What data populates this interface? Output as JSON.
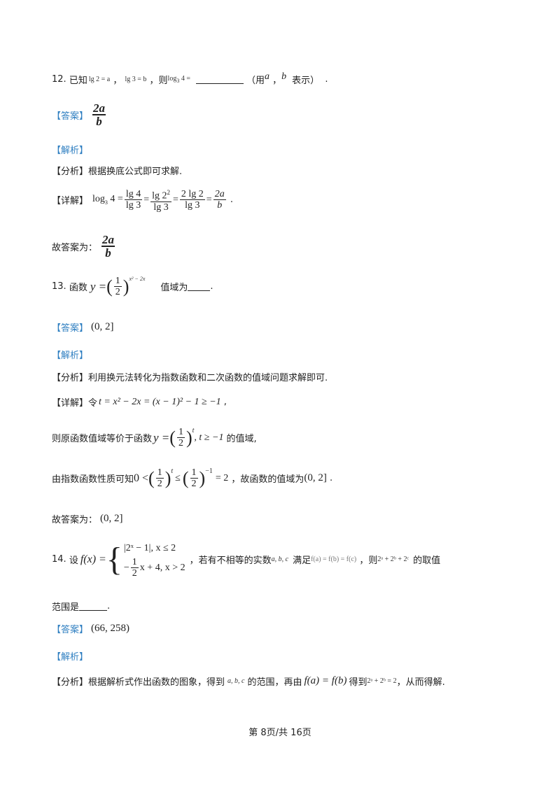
{
  "q12": {
    "number": "12.",
    "text1": "已知",
    "lg2": "lg 2 = a",
    "lg3": "lg 3 = b",
    "text2": "则",
    "log34": "log",
    "log_base": "3",
    "log_arg": "4 =",
    "hint": "（用",
    "var_a": "a",
    "var_b": "b",
    "hint_end": "表示）",
    "answer_tag": "【答案】",
    "answer_num": "2a",
    "answer_den": "b",
    "jiexi_tag": "【解析】",
    "fenxi_tag": "【分析】",
    "fenxi_text": "根据换底公式即可求解.",
    "xiangjie_tag": "【详解】",
    "step_lhs": "log",
    "step_f1_num": "lg 4",
    "step_f1_den": "lg 3",
    "step_f2_num": "lg 2",
    "step_f2_exp": "2",
    "step_f2_den": "lg 3",
    "step_f3_num": "2 lg 2",
    "step_f3_den": "lg 3",
    "step_f4_num": "2a",
    "step_f4_den": "b",
    "conclusion": "故答案为："
  },
  "q13": {
    "number": "13.",
    "text1": "函数",
    "y_eq": "y =",
    "half_num": "1",
    "half_den": "2",
    "exponent": "x² − 2x",
    "text2": "值域为",
    "answer_tag": "【答案】",
    "answer": "(0, 2]",
    "jiexi_tag": "【解析】",
    "fenxi_tag": "【分析】",
    "fenxi_text": "利用换元法转化为指数函数和二次函数的值域问题求解即可.",
    "xiangjie_tag": "【详解】",
    "step1_text": "令",
    "step1_math": "t = x² − 2x = (x − 1)² − 1 ≥ −1",
    "step2_text": "则原函数值域等价于函数",
    "step2_exp": "t",
    "step2_cond": ", t ≥ −1",
    "step2_end": "的值域,",
    "step3_text": "由指数函数性质可知",
    "step3_lead": "0 <",
    "step3_exp1": "t",
    "step3_le": "≤",
    "step3_exp2": "−1",
    "step3_eq": "= 2",
    "step3_mid": "故函数的值域为",
    "step3_range": "(0, 2]",
    "conclusion": "故答案为：",
    "conclusion_val": "(0, 2]"
  },
  "q14": {
    "number": "14.",
    "text1": "设",
    "fx": "f(x) =",
    "case1": "|2ˣ − 1|, x ≤ 2",
    "case2_num": "1",
    "case2_den": "2",
    "case2_lead": "−",
    "case2_rest": "x + 4, x > 2",
    "text2": "若有不相等的实数",
    "vars": "a, b, c",
    "text3": "满足",
    "cond": "f(a) = f(b) = f(c)",
    "text4": "则",
    "expr": "2ᵃ + 2ᵇ + 2ᶜ",
    "text5": "的取值",
    "text6": "范围是",
    "answer_tag": "【答案】",
    "answer": "(66, 258)",
    "jiexi_tag": "【解析】",
    "fenxi_tag": "【分析】",
    "fenxi_text1": "根据解析式作出函数的图象，得到",
    "fenxi_vars": "a, b, c",
    "fenxi_text2": "的范围，再由",
    "fenxi_eq": "f(a) = f(b)",
    "fenxi_text3": "得到",
    "fenxi_expr": "2ᵃ + 2ᵇ = 2",
    "fenxi_text4": "，从而得解."
  },
  "footer": "第 8页/共 16页"
}
